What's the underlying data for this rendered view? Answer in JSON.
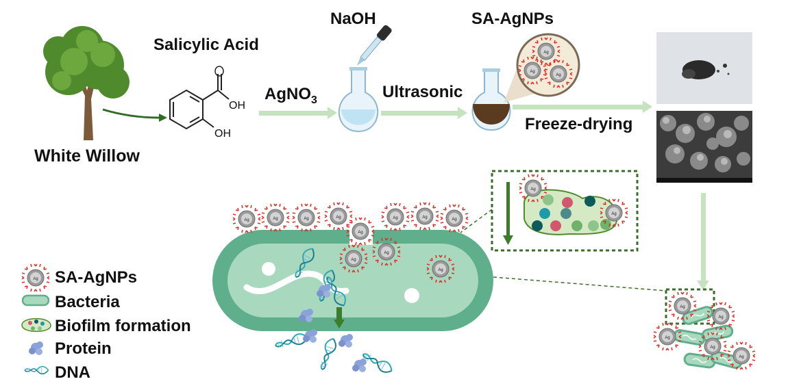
{
  "labels": {
    "salicylic_acid": "Salicylic Acid",
    "white_willow": "White Willow",
    "naoh": "NaOH",
    "agno3_main": "AgNO",
    "agno3_sub": "3",
    "ultrasonic": "Ultrasonic",
    "sa_agnps_title": "SA-AgNPs",
    "freeze_drying": "Freeze-drying",
    "oh_top": "OH",
    "oh_bottom": "OH",
    "nanoparticle_core": "Ag"
  },
  "legend": {
    "items": [
      {
        "label": "SA-AgNPs"
      },
      {
        "label": "Bacteria"
      },
      {
        "label": "Biofilm formation"
      },
      {
        "label": "Protein"
      },
      {
        "label": "DNA"
      }
    ]
  },
  "colors": {
    "bacteria_green": "#5fae8c",
    "bacteria_light": "#a8d8bd",
    "arrow_green": "#3b7d2a",
    "flow_arrow": "#c5e3bf",
    "dashed_box": "#3a6e2a",
    "nanoparticle_red": "#d8312a",
    "flask_blue": "#bfe3f2",
    "flask_brown": "#5a3b1f",
    "protein": "#8aa2d8",
    "dna": "#2ea7b7"
  }
}
